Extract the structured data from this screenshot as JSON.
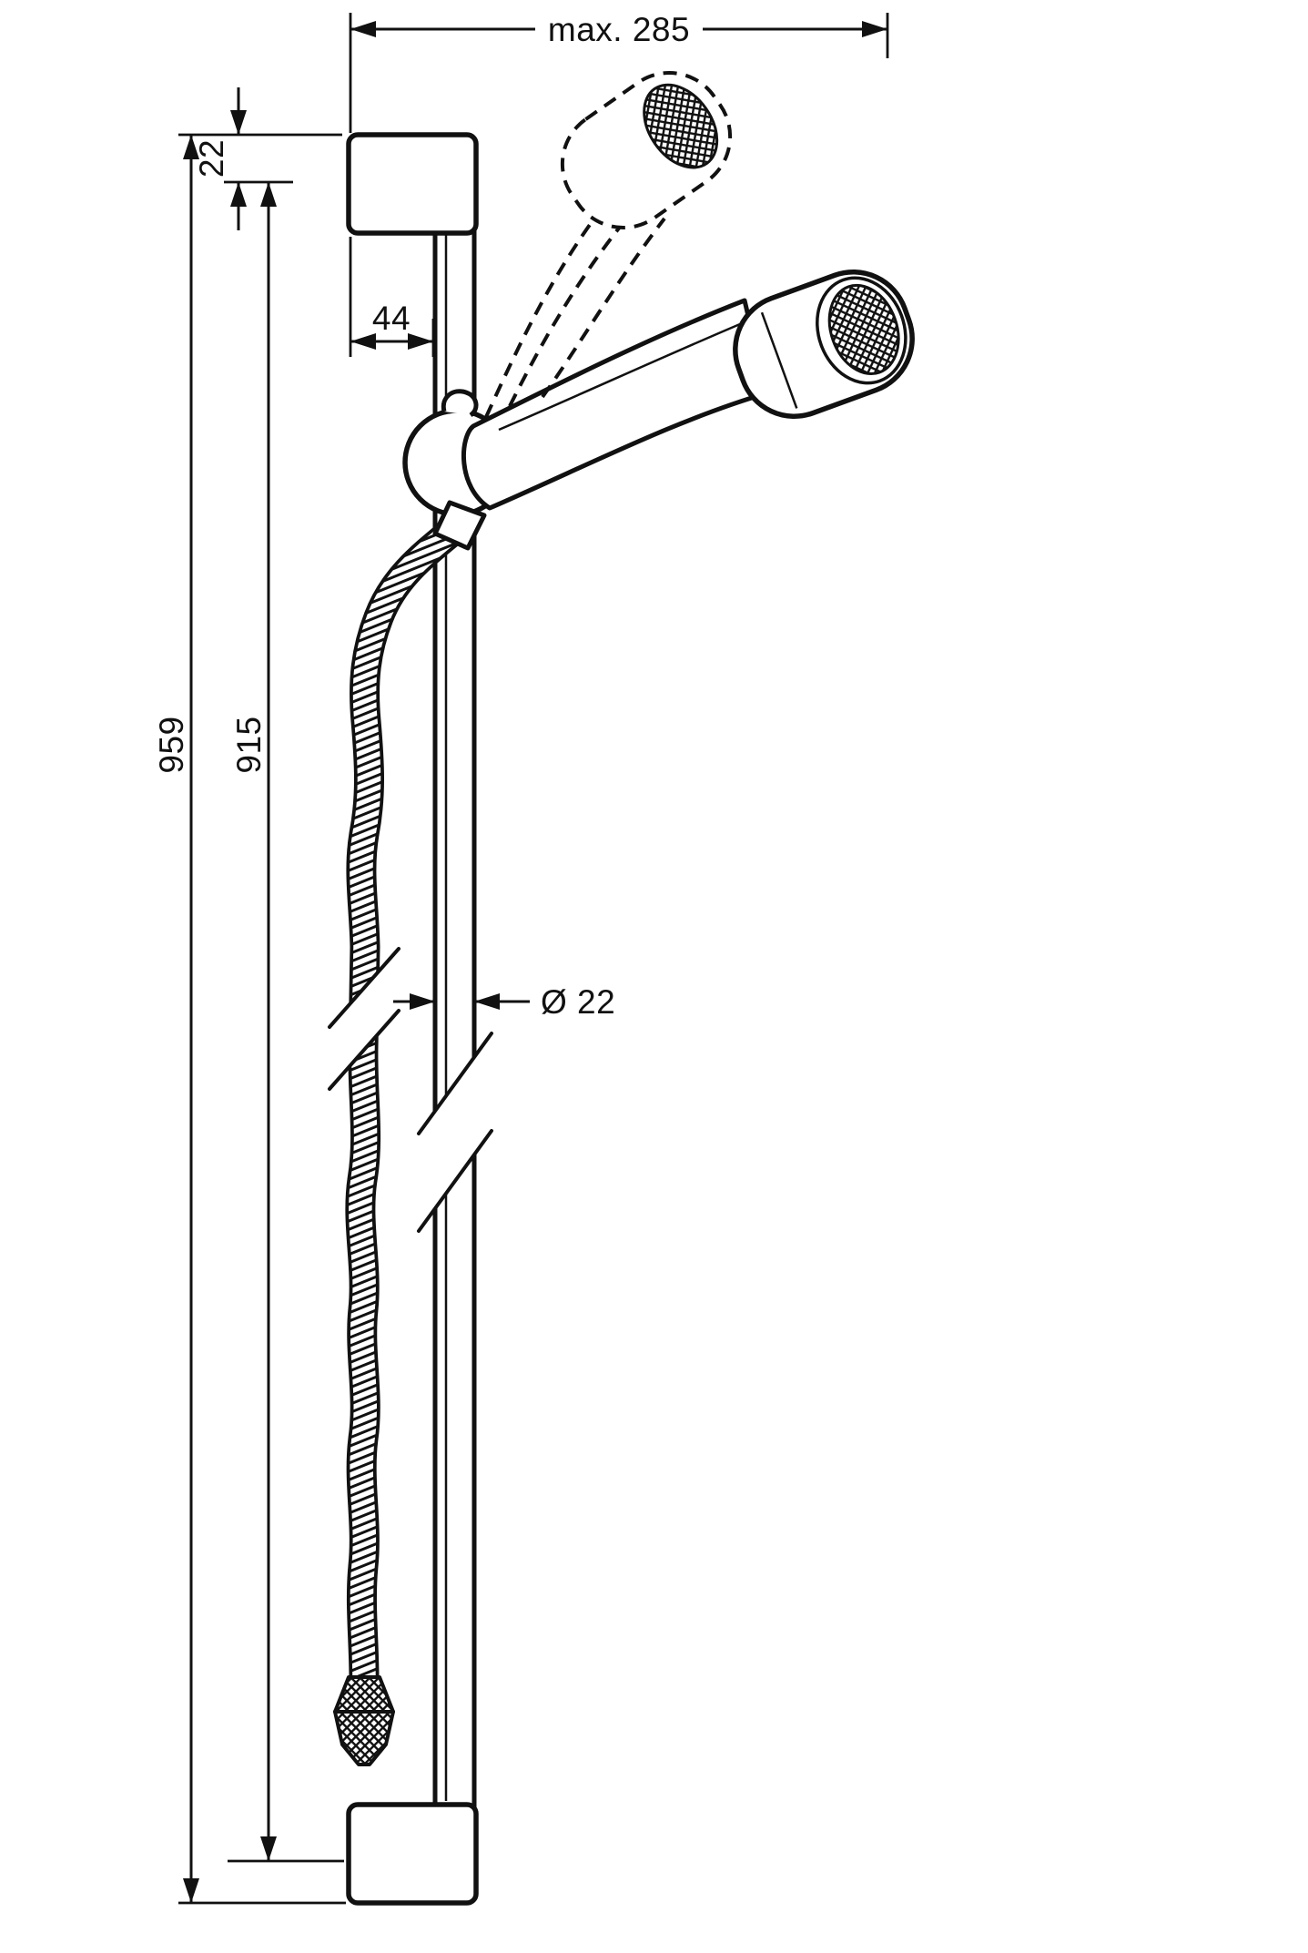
{
  "colors": {
    "background": "#ffffff",
    "line": "#111111"
  },
  "dimensions": {
    "max_reach": "max. 285",
    "top_offset": "22",
    "overall_length": "959",
    "hole_spacing": "915",
    "wall_offset": "44",
    "bar_diameter": "Ø 22"
  }
}
